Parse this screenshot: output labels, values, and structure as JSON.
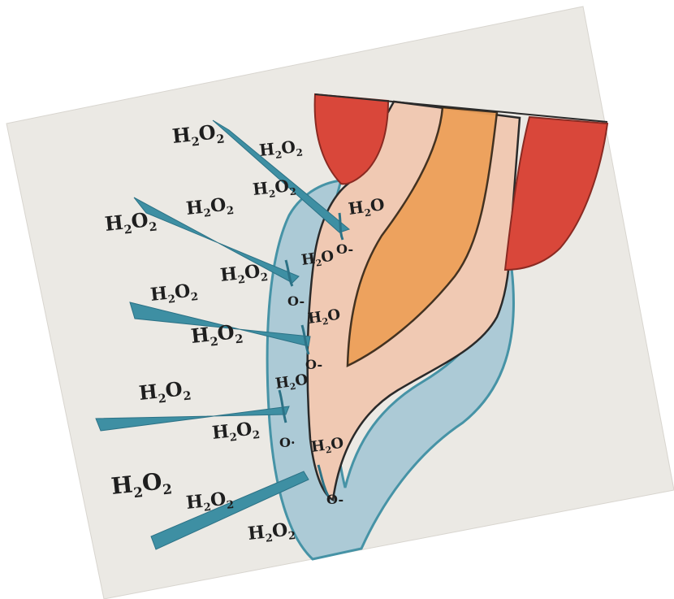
{
  "drawing": {
    "colors": {
      "paper": "#ebe9e4",
      "paper_shade": "#dedbd5",
      "enamel_red": "#d9473a",
      "dentin_peach": "#f0c9b3",
      "pulp_orange": "#eda05a",
      "bone_blue": "#a9c9d6",
      "peroxide_teal": "#3e8fa3",
      "ink": "#1e1e1e"
    },
    "labels": {
      "h2o2_base": "H",
      "h2o2_sub1": "2",
      "h2o2_mid": "O",
      "h2o2_sub2": "2",
      "h2o_base": "H",
      "h2o_sub": "2",
      "h2o_end": "O",
      "o_radical": "O-",
      "o_radical_2": "O·"
    }
  }
}
